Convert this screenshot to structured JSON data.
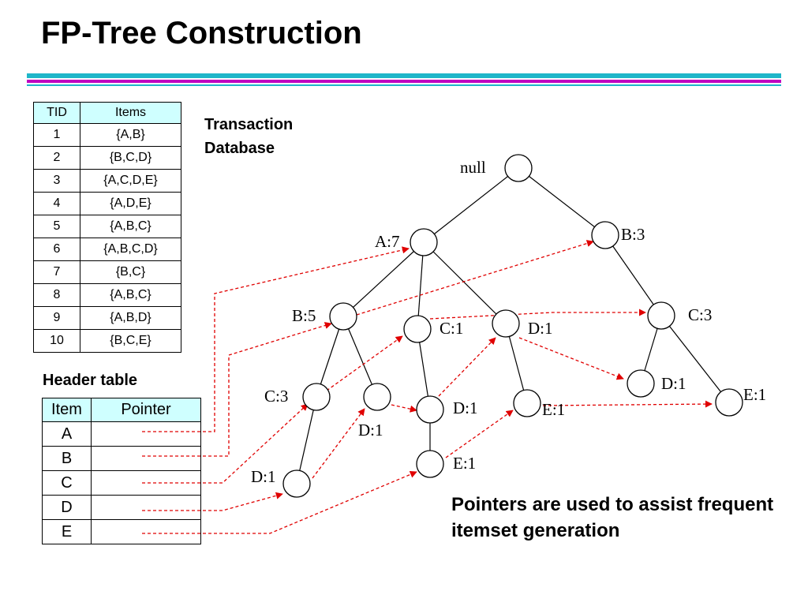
{
  "title": "FP-Tree Construction",
  "colors": {
    "band_cyan": "#1fb6c9",
    "band_magenta": "#c000c0",
    "header_fill": "#cfffff",
    "pointer_red": "#e00000"
  },
  "transaction_db": {
    "label_line1": "Transaction",
    "label_line2": "Database",
    "headers": [
      "TID",
      "Items"
    ],
    "rows": [
      [
        "1",
        "{A,B}"
      ],
      [
        "2",
        "{B,C,D}"
      ],
      [
        "3",
        "{A,C,D,E}"
      ],
      [
        "4",
        "{A,D,E}"
      ],
      [
        "5",
        "{A,B,C}"
      ],
      [
        "6",
        "{A,B,C,D}"
      ],
      [
        "7",
        "{B,C}"
      ],
      [
        "8",
        "{A,B,C}"
      ],
      [
        "9",
        "{A,B,D}"
      ],
      [
        "10",
        "{B,C,E}"
      ]
    ]
  },
  "header_table": {
    "label": "Header table",
    "headers": [
      "Item",
      "Pointer"
    ],
    "items": [
      "A",
      "B",
      "C",
      "D",
      "E"
    ]
  },
  "tree": {
    "nodes": [
      {
        "id": "null",
        "label": "null"
      },
      {
        "id": "a7",
        "label": "A:7"
      },
      {
        "id": "b3",
        "label": "B:3"
      },
      {
        "id": "b5",
        "label": "B:5"
      },
      {
        "id": "c1",
        "label": "C:1"
      },
      {
        "id": "d1a",
        "label": "D:1"
      },
      {
        "id": "c3r",
        "label": "C:3"
      },
      {
        "id": "c3l",
        "label": "C:3"
      },
      {
        "id": "d1b",
        "label": "D:1"
      },
      {
        "id": "d1c",
        "label": "D:1"
      },
      {
        "id": "e1a",
        "label": "E:1"
      },
      {
        "id": "d1d",
        "label": "D:1"
      },
      {
        "id": "e1r",
        "label": "E:1"
      },
      {
        "id": "e1b",
        "label": "E:1"
      },
      {
        "id": "d1e",
        "label": "D:1"
      }
    ],
    "edges": [
      [
        "null",
        "a7"
      ],
      [
        "null",
        "b3"
      ],
      [
        "a7",
        "b5"
      ],
      [
        "a7",
        "c1"
      ],
      [
        "a7",
        "d1a"
      ],
      [
        "b3",
        "c3r"
      ],
      [
        "b5",
        "c3l"
      ],
      [
        "b5",
        "d1b"
      ],
      [
        "c1",
        "d1c"
      ],
      [
        "d1a",
        "e1a"
      ],
      [
        "c3r",
        "d1d"
      ],
      [
        "c3r",
        "e1r"
      ],
      [
        "d1c",
        "e1b"
      ],
      [
        "c3l",
        "d1e"
      ]
    ]
  },
  "note": "Pointers are used to assist frequent itemset generation"
}
